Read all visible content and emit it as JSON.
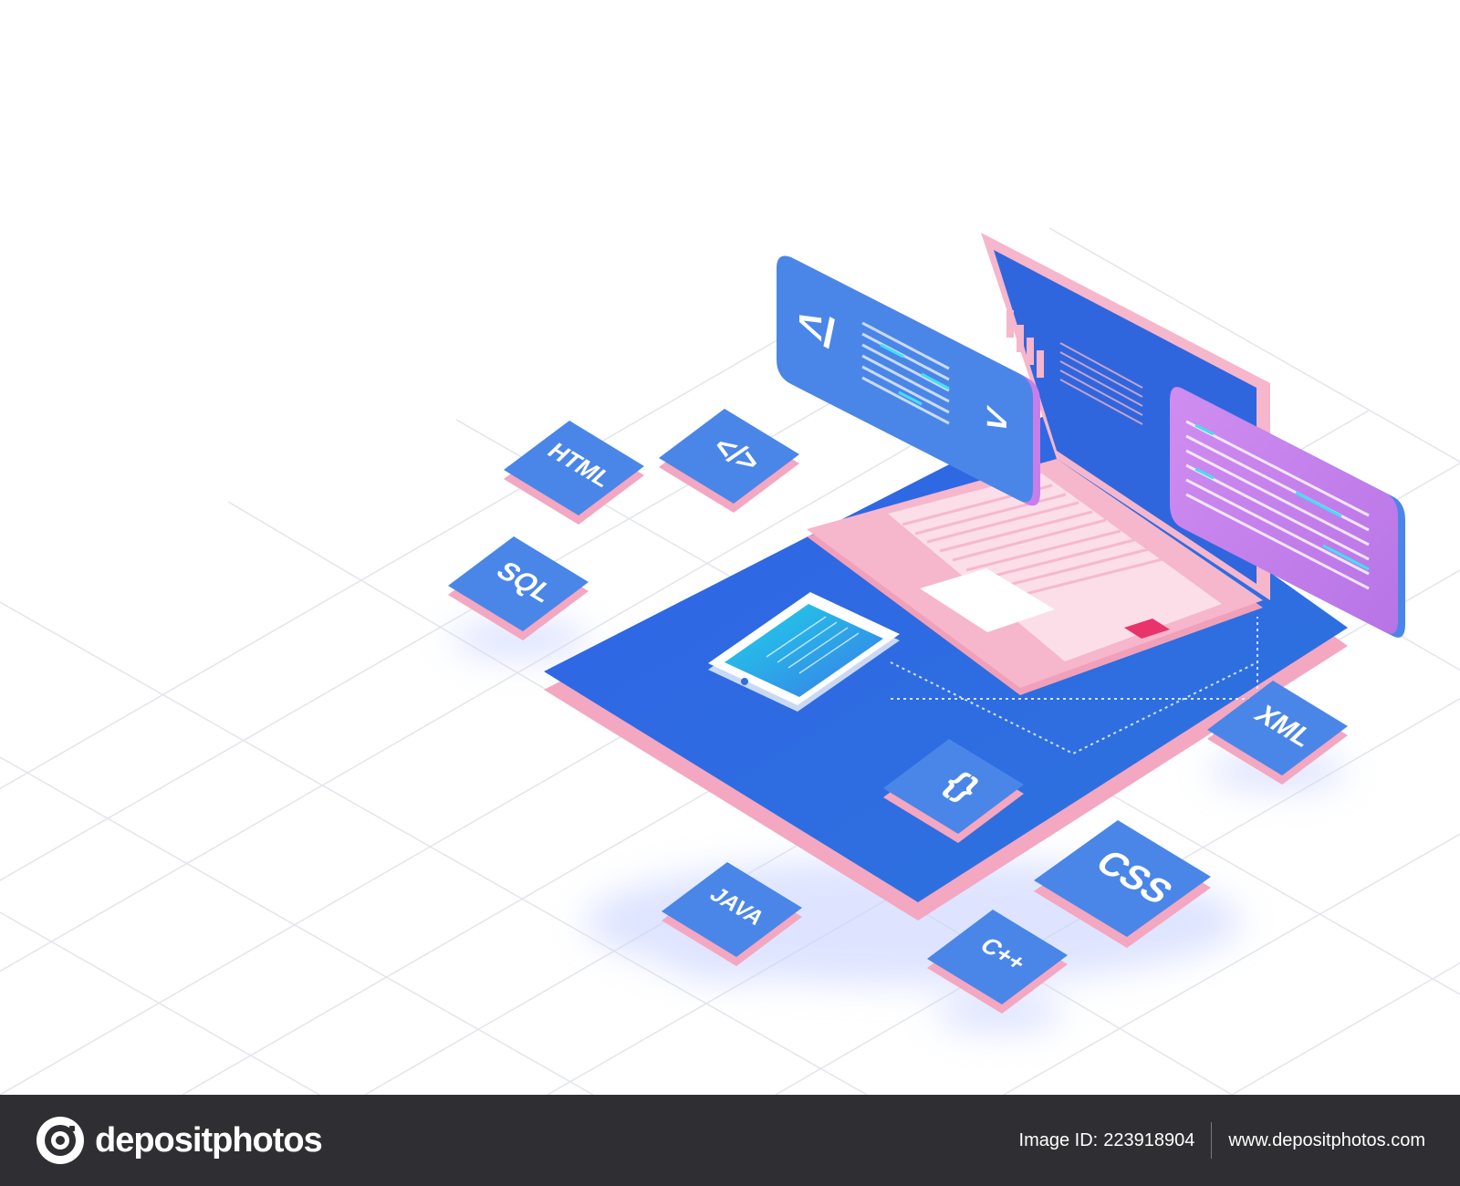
{
  "illustration": {
    "tiles": [
      "HTML",
      "</>",
      "SQL",
      "{}",
      "JAVA",
      "C++",
      "CSS",
      "XML"
    ],
    "code_panel_symbols": [
      "</",
      ">"
    ]
  },
  "footer": {
    "brand": "depositphotos",
    "image_id_label": "Image ID:",
    "image_id": "223918904",
    "website": "www.depositphotos.com"
  },
  "colors": {
    "platform_blue": "#2d6fe0",
    "tile_blue": "#4a86e8",
    "tile_pink": "#f4a7c0",
    "laptop_pink": "#f6b6cc",
    "panel_purple": "#c77ee8",
    "footer_bg": "#2f2f33"
  }
}
